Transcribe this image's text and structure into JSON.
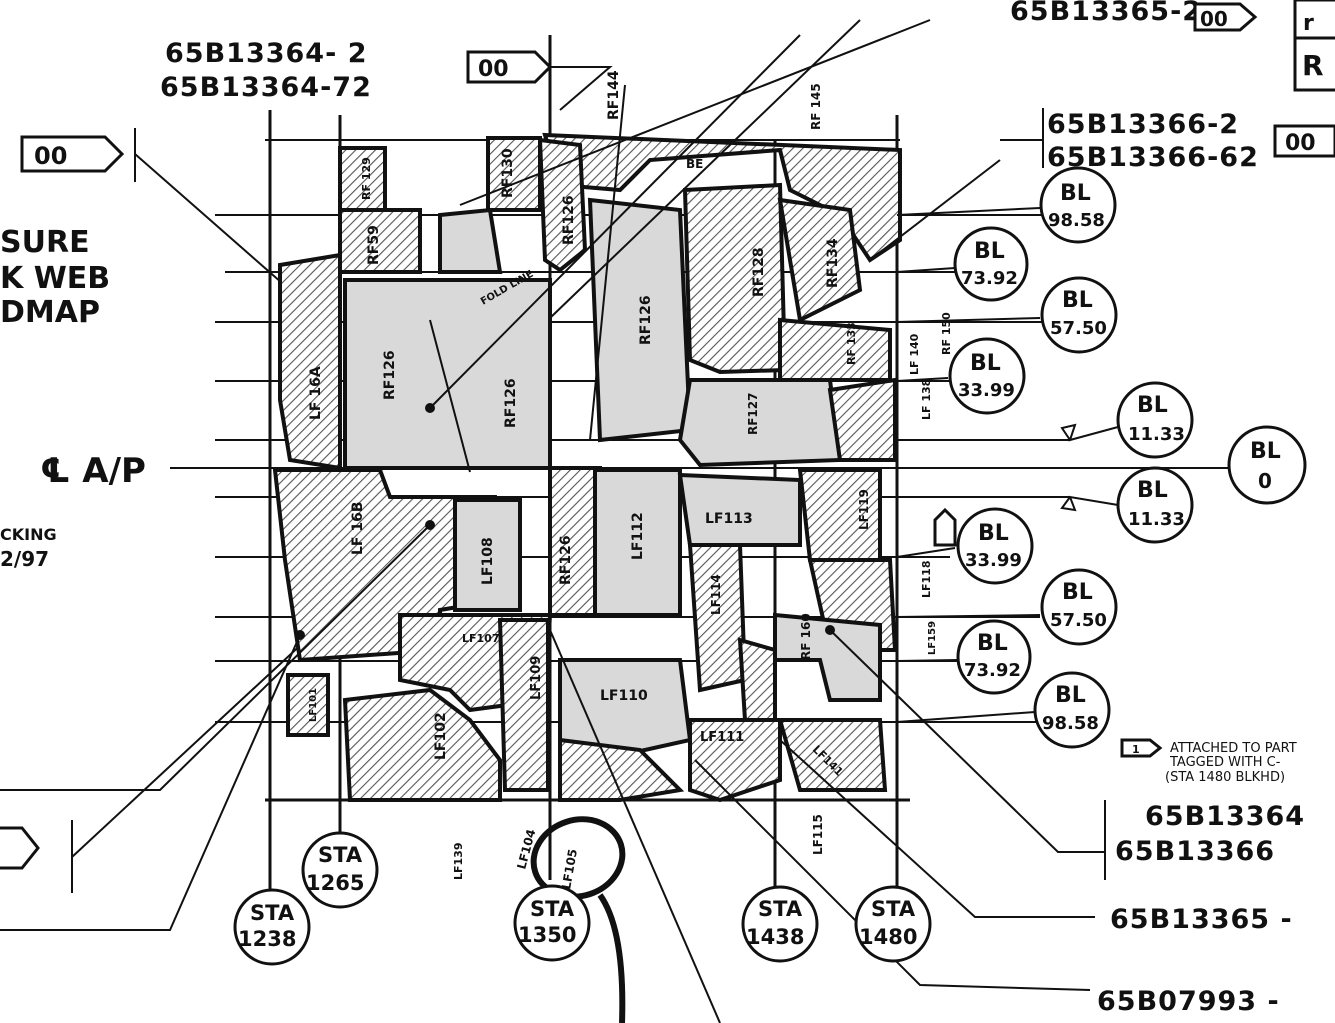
{
  "part_numbers": {
    "top_left_a": "65B13364- 2",
    "top_left_b": "65B13364-72",
    "top_right_a": "65B13365-2",
    "right_a": "65B13366-2",
    "right_b": "65B13366-62",
    "lower_right_a": "65B13364",
    "lower_right_b": "65B13366",
    "bottom_a": "65B13365 -",
    "bottom_b": "65B07993 -"
  },
  "revision_tag": "00",
  "corner_letter": "R",
  "corner_letter_top": "r",
  "title_lines": [
    "SURE",
    "K WEB",
    "DMAP"
  ],
  "centerline_label": "℄ A/P",
  "note_left": [
    "CKING",
    "2/97"
  ],
  "flag_note_marker": "1",
  "flag_note": [
    "ATTACHED TO PART",
    "TAGGED WITH C-",
    "(STA 1480 BLKHD)"
  ],
  "butt_lines": [
    {
      "label": "BL",
      "value": "98.58"
    },
    {
      "label": "BL",
      "value": "73.92"
    },
    {
      "label": "BL",
      "value": "57.50"
    },
    {
      "label": "BL",
      "value": "33.99"
    },
    {
      "label": "BL",
      "value": "11.33"
    },
    {
      "label": "BL",
      "value": "0"
    },
    {
      "label": "BL",
      "value": "11.33"
    },
    {
      "label": "BL",
      "value": "33.99"
    },
    {
      "label": "BL",
      "value": "57.50"
    },
    {
      "label": "BL",
      "value": "73.92"
    },
    {
      "label": "BL",
      "value": "98.58"
    }
  ],
  "stations": [
    {
      "label": "STA",
      "value": "1238"
    },
    {
      "label": "STA",
      "value": "1265"
    },
    {
      "label": "STA",
      "value": "1350"
    },
    {
      "label": "STA",
      "value": "1438"
    },
    {
      "label": "STA",
      "value": "1480"
    }
  ],
  "panel_labels": {
    "rf144": "RF144",
    "rf145": "RF 145",
    "rf129": "RF 129",
    "rf130": "RF130",
    "rf59": "RF59",
    "be": "BE",
    "rf126a": "RF126",
    "rf126b": "RF126",
    "rf126c": "RF126",
    "rf126d": "RF126",
    "rf126e": "RF126",
    "rf128": "RF128",
    "rf134": "RF134",
    "rf133": "RF 133",
    "rf127": "RF127",
    "rf160": "RF 160",
    "fold_line": "FOLD LINE",
    "lf16a": "LF 16A",
    "lf16b": "LF 16B",
    "lf108": "LF108",
    "lf112": "LF112",
    "lf113": "LF113",
    "lf114": "LF114",
    "lf119": "LF119",
    "lf118": "LF118",
    "lf159": "LF159",
    "lf140": "LF 140",
    "rf150": "RF 150",
    "lf138": "LF 138",
    "lf107": "LF107",
    "lf109": "LF109",
    "lf110": "LF110",
    "lf111": "LF111",
    "lf101": "LF101",
    "lf102": "LF102",
    "lf139": "LF139",
    "lf104": "LF104",
    "lf105": "LF105",
    "lf115": "LF115",
    "lf141": "LF141"
  }
}
